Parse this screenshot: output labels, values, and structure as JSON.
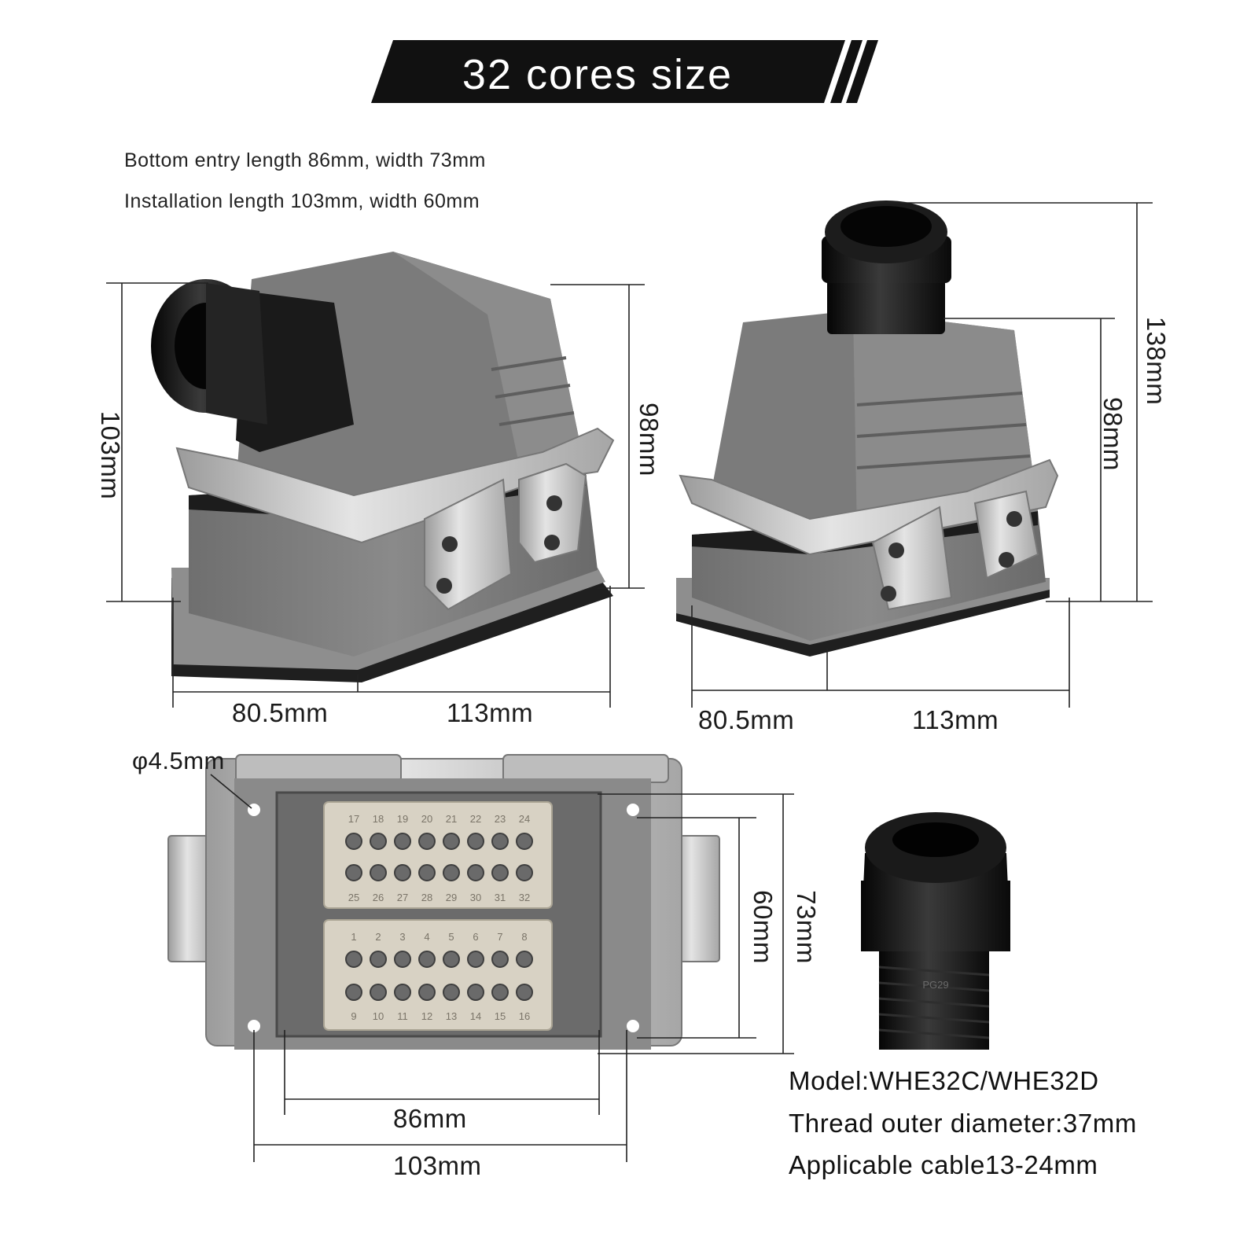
{
  "header": {
    "title": "32 cores size"
  },
  "specs": {
    "bottom_entry": "Bottom entry length  86mm, width 73mm",
    "installation": "Installation length 103mm, width  60mm"
  },
  "side_view": {
    "height_total": "103mm",
    "height_body": "98mm",
    "depth": "80.5mm",
    "width": "113mm"
  },
  "top_view": {
    "height_total": "138mm",
    "height_body": "98mm",
    "depth": "80.5mm",
    "width": "113mm"
  },
  "front_view": {
    "hole": "φ4.5mm",
    "inner_height": "60mm",
    "outer_height": "73mm",
    "inner_width": "86mm",
    "outer_width": "103mm",
    "upper_top_pins": [
      "17",
      "18",
      "19",
      "20",
      "21",
      "22",
      "23",
      "24"
    ],
    "upper_bottom_pins": [
      "25",
      "26",
      "27",
      "28",
      "29",
      "30",
      "31",
      "32"
    ],
    "lower_top_pins": [
      "1",
      "2",
      "3",
      "4",
      "5",
      "6",
      "7",
      "8"
    ],
    "lower_bottom_pins": [
      "9",
      "10",
      "11",
      "12",
      "13",
      "14",
      "15",
      "16"
    ]
  },
  "gland": {
    "marking": "PG29"
  },
  "model": {
    "model": "Model:WHE32C/WHE32D",
    "thread": "Thread outer diameter:37mm",
    "cable": "Applicable cable13-24mm"
  },
  "colors": {
    "banner": "#111111",
    "housing": "#7d7d7d",
    "housing_dark": "#5e5e5e",
    "metal": "#c9c9c9",
    "insert": "#d8d2c4",
    "black": "#141414"
  }
}
